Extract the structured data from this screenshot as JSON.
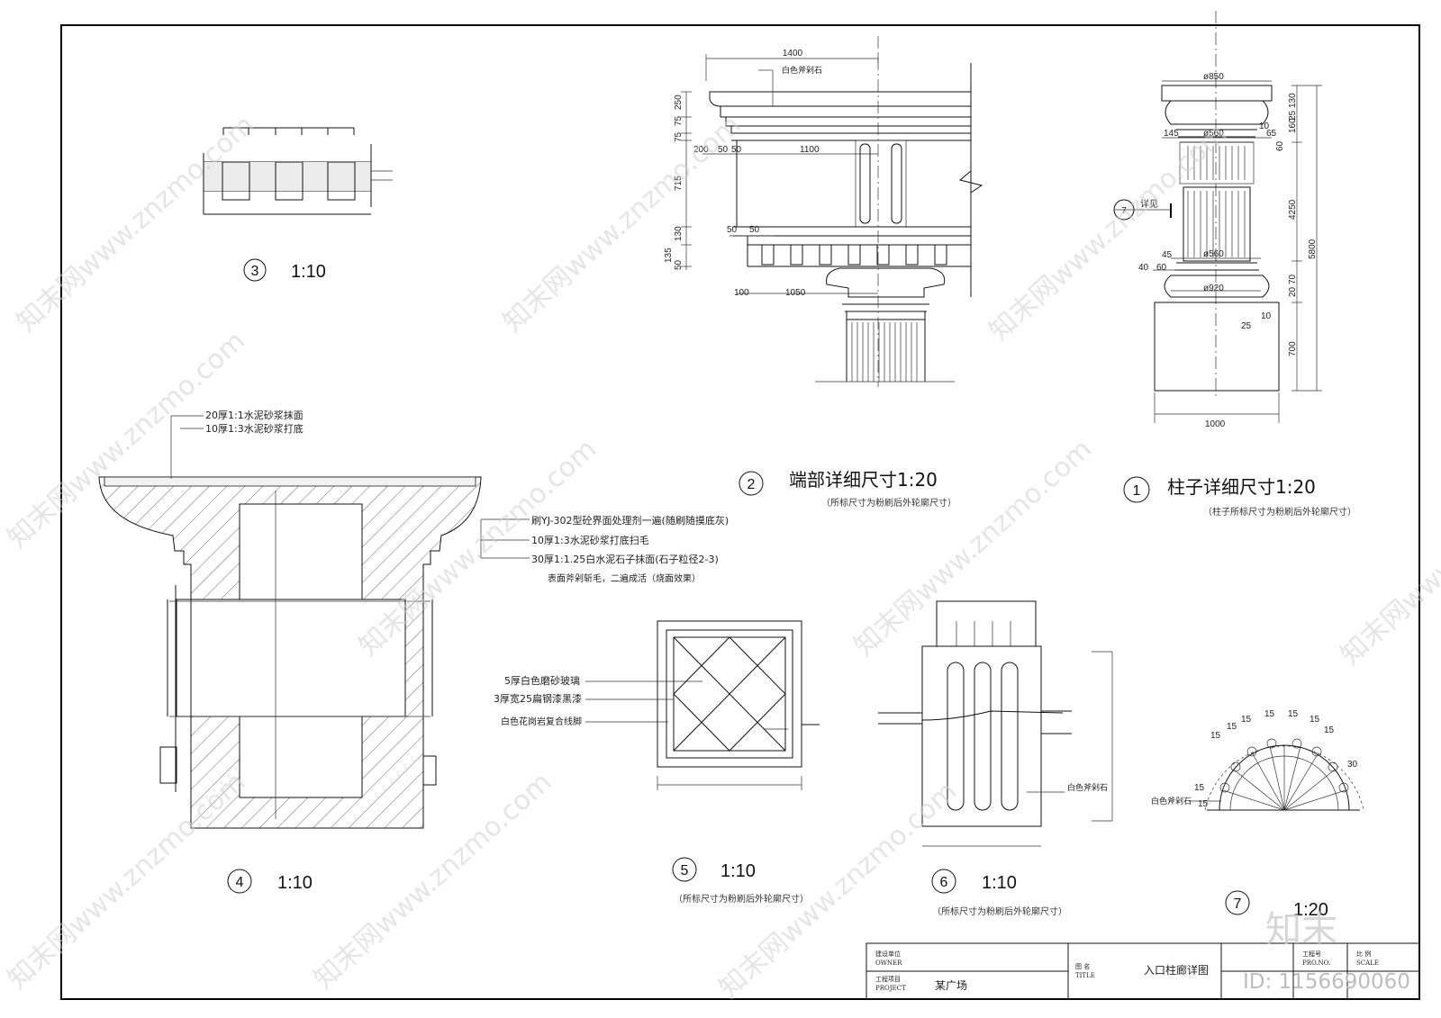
{
  "watermark": {
    "text": "知末网www.znzmo.com",
    "brand": "知末",
    "id": "ID: 1156690060"
  },
  "detail3": {
    "marker": "3",
    "scale": "1:10"
  },
  "detail2": {
    "marker": "2",
    "title": "端部详细尺寸1:20",
    "note": "（所标尺寸为粉刷后外轮廓尺寸）",
    "material": "白色斧剁石",
    "dims": [
      "1400",
      "75",
      "75",
      "250",
      "200",
      "50",
      "50",
      "1100",
      "715",
      "130",
      "135",
      "50",
      "50",
      "50",
      "100",
      "1050"
    ]
  },
  "detail1": {
    "marker": "1",
    "title": "柱子详细尺寸1:20",
    "note": "（柱子所标尺寸为粉刷后外轮廓尺寸）",
    "callout_marker": "7",
    "callout_label": "详见",
    "dims": [
      "ø850",
      "ø560",
      "ø560",
      "ø920",
      "145",
      "10",
      "65",
      "4250",
      "5800",
      "45",
      "40",
      "60",
      "700",
      "1000",
      "25",
      "160",
      "130",
      "20",
      "70",
      "25",
      "10",
      "60"
    ]
  },
  "detail4": {
    "marker": "4",
    "scale": "1:10",
    "notes": [
      "20厚1:1水泥砂浆抹面",
      "10厚1:3水泥砂浆打底",
      "刷YJ-302型砼界面处理剂一遍(随刷随摸底灰)",
      "10厚1:3水泥砂浆打底扫毛",
      "30厚1:1.25白水泥石子抹面(石子粒径2-3)",
      "表面斧剁斩毛，二遍成活（烧面效果）"
    ]
  },
  "detail5": {
    "marker": "5",
    "scale": "1:10",
    "note": "（所标尺寸为粉刷后外轮廓尺寸）",
    "labels": [
      "5厚白色磨砂玻璃",
      "3厚宽25扁钢漆黑漆",
      "白色花岗岩复合线脚"
    ]
  },
  "detail6": {
    "marker": "6",
    "scale": "1:10",
    "note": "（所标尺寸为粉刷后外轮廓尺寸）",
    "label": "白色斧剁石"
  },
  "detail7": {
    "marker": "7",
    "scale": "1:20",
    "label": "白色斧剁石",
    "dims": [
      "15",
      "15",
      "15",
      "15",
      "15",
      "15",
      "15",
      "30",
      "15",
      "15"
    ]
  },
  "title_block": {
    "owner_cn": "建设单位",
    "owner_en": "OWNER",
    "project_cn": "工程项目",
    "project_en": "PROJECT",
    "project_value": "某广场",
    "title_cn": "图 名",
    "title_en": "TITLE",
    "title_value": "入口柱廊详图",
    "prj_no_cn": "工程号",
    "prj_no_en": "PRO.NO.",
    "scale_cn": "比 例",
    "scale_en": "SCALE"
  }
}
